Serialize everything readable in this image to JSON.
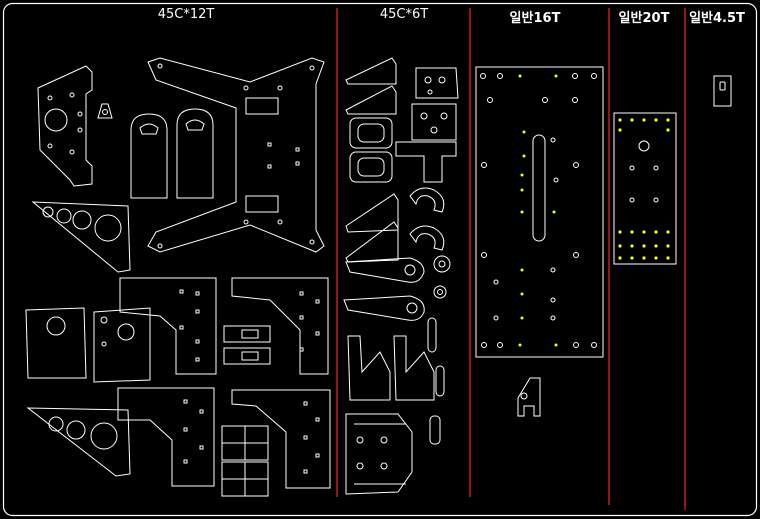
{
  "columns": [
    {
      "label": "45C*12T"
    },
    {
      "label": "45C*6T"
    },
    {
      "label": "일반16T"
    },
    {
      "label": "일반20T"
    },
    {
      "label": "일반4.5T"
    }
  ],
  "colors": {
    "background": "#000000",
    "outline": "#ffffff",
    "divider": "#ff2020",
    "hole_marker": "#ffff00"
  }
}
